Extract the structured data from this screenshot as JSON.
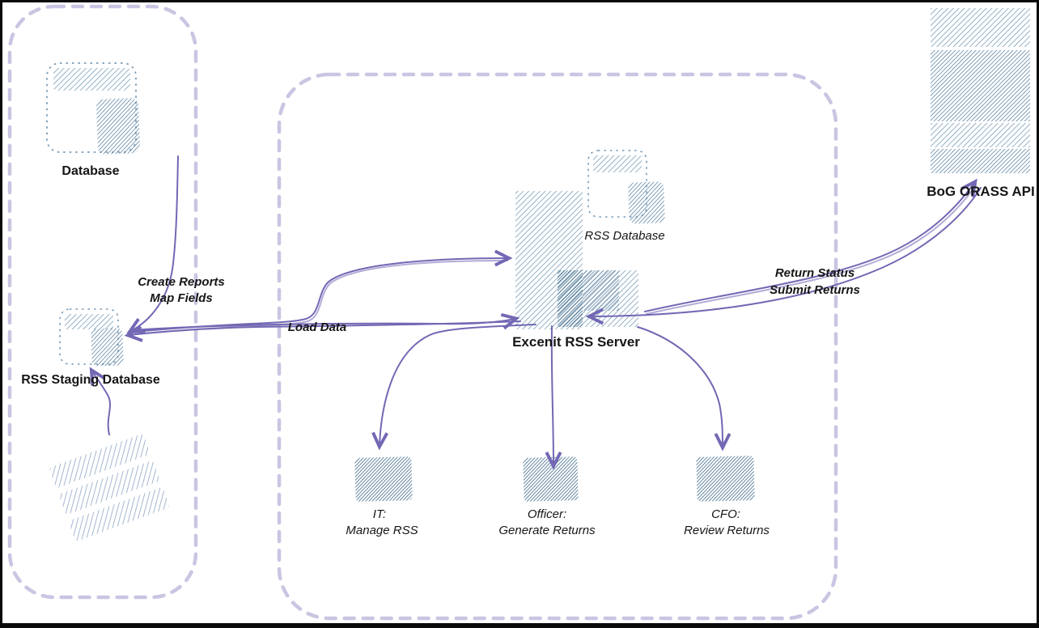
{
  "diagram": {
    "title": "RSS data flow diagram",
    "nodes": {
      "database": {
        "label": "Database",
        "icon": "database-window-icon"
      },
      "staging": {
        "label": "RSS Staging Database",
        "icon": "database-window-icon"
      },
      "documents": {
        "label": "",
        "icon": "document-stack-icon"
      },
      "rss_database": {
        "label": "RSS Database",
        "icon": "database-window-icon"
      },
      "server": {
        "label": "Excenit RSS Server",
        "icon": "server-blocks-icon"
      },
      "bog_api": {
        "label": "BoG ORASS API",
        "icon": "api-stack-icon"
      },
      "it": {
        "role": "IT:",
        "task": "Manage RSS",
        "icon": "person-icon"
      },
      "officer": {
        "role": "Officer:",
        "task": "Generate Returns",
        "icon": "person-icon"
      },
      "cfo": {
        "role": "CFO:",
        "task": "Review Returns",
        "icon": "person-icon"
      }
    },
    "edge_labels": {
      "create_reports": "Create Reports",
      "map_fields": "Map Fields",
      "load_data": "Load Data",
      "return_status": "Return Status",
      "submit_returns": "Submit Returns"
    },
    "edges": [
      "Database -> RSS Staging Database (Create Reports / Map Fields)",
      "Documents -> RSS Staging Database",
      "Excenit RSS Server -> RSS Staging Database (Load Data)",
      "RSS Staging Database -> Excenit RSS Server",
      "Excenit RSS Server -> IT",
      "Excenit RSS Server -> Officer",
      "Excenit RSS Server -> CFO",
      "Excenit RSS Server -> BoG ORASS API (Submit Returns)",
      "BoG ORASS API -> Excenit RSS Server (Return Status)"
    ],
    "colors": {
      "arrow": "#7268b4",
      "container_dash": "#c9c5e2",
      "icon_hatch_light": "#8aaac2",
      "icon_hatch_medium": "#6992af",
      "icon_hatch_dense": "#577f9e",
      "icon_hatch_dark": "#4a7390",
      "document_hatch": "#93abc8",
      "icon_outline": "#7b9cb8",
      "label_text": "#161616",
      "frame": "#000000",
      "background": "#ffffff"
    }
  }
}
